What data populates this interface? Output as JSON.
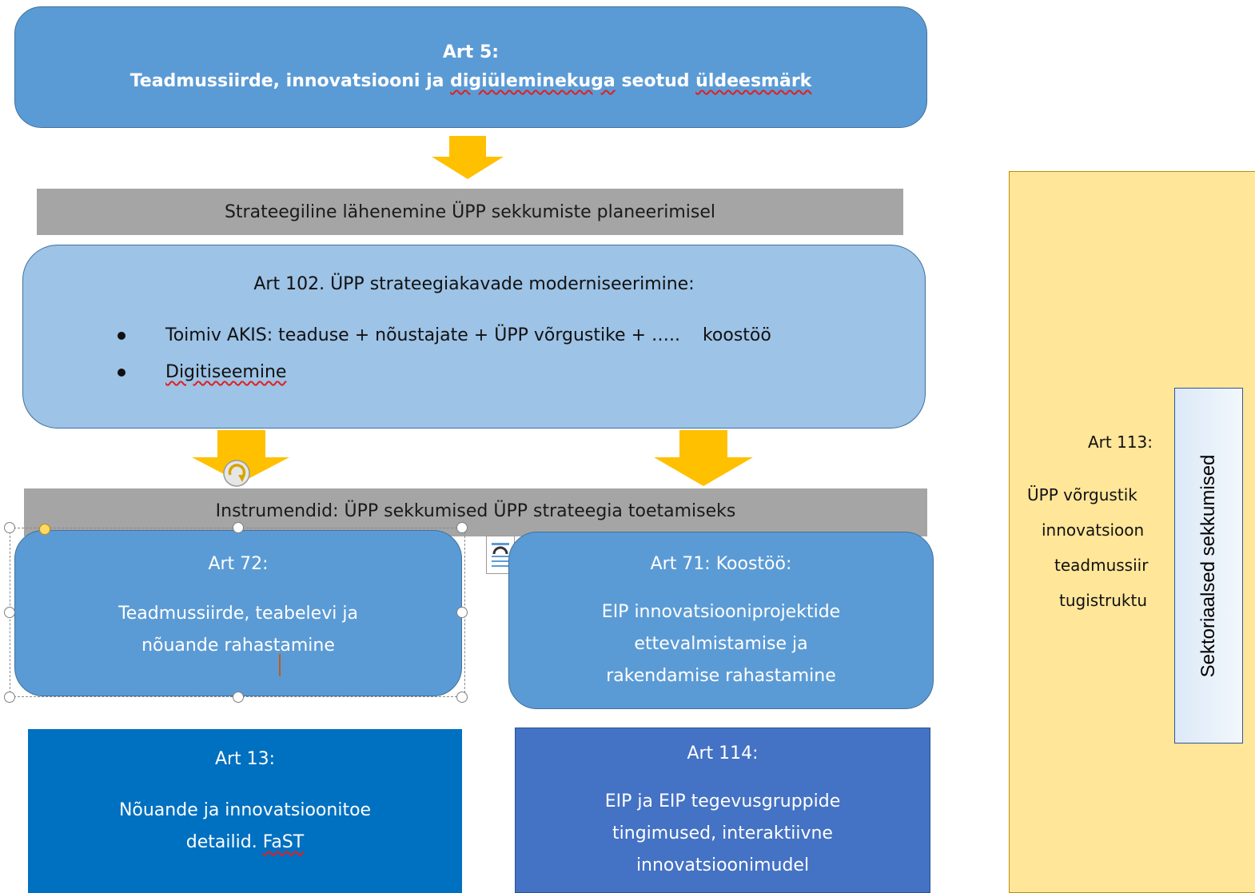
{
  "art5": {
    "title": "Art 5:",
    "text_pre": "Teadmussiirde, innovatsiooni ja ",
    "text_mark1": "digiüleminekuga",
    "text_mid": " seotud ",
    "text_mark2": "üldeesmärk"
  },
  "bar_strategy": "Strateegiline lähenemine ÜPP sekkumiste planeerimisel",
  "art102": {
    "title": "Art 102. ÜPP strateegiakavade moderniseerimine:",
    "bullets": [
      "Toimiv AKIS: teaduse + nõustajate + ÜPP võrgustike + …..    koostöö",
      "Digitiseemine"
    ]
  },
  "bar_instruments": "Instrumendid: ÜPP sekkumised ÜPP strateegia toetamiseks",
  "art72": {
    "title": "Art 72:",
    "line1": "Teadmussiirde, teabelevi ja",
    "line2_a": "nõuande rahast",
    "line2_b": "amine"
  },
  "art71": {
    "title": "Art 71: Koostöö:",
    "lines": [
      "EIP innovatsiooniprojektide",
      "ettevalmistamise ja",
      "rakendamise rahastamine"
    ]
  },
  "art13": {
    "title": "Art 13:",
    "line1": "Nõuande ja innovatsioonitoe",
    "line2_a": "detailid. ",
    "line2_b": "FaST"
  },
  "art114": {
    "title": "Art 114:",
    "lines": [
      "EIP ja EIP tegevusgruppide",
      "tingimused, interaktiivne",
      "innovatsioonimudel"
    ]
  },
  "art113": {
    "title": "Art 113:",
    "lines": [
      "ÜPP võrgustik",
      "innovatsioon",
      "teadmussiir",
      "tugistruktu"
    ]
  },
  "sidebar_label": "Sektoriaalsed sekkumised",
  "colors": {
    "accent_blue": "#5b9bd5",
    "light_blue": "#9dc3e6",
    "dark_blue": "#0070c0",
    "mid_blue": "#4472c4",
    "arrow_gold": "#ffc000",
    "bar_gray": "#a5a5a5",
    "note_yellow": "#ffe699"
  }
}
